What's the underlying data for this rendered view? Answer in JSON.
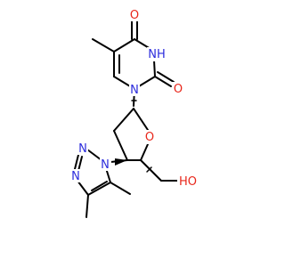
{
  "colors": {
    "oxygen": "#e8261a",
    "nitrogen": "#2b2bdc",
    "carbon": "#000000",
    "background": "#ffffff"
  },
  "labels": {
    "O_carbonyl_top": "O",
    "NH": "NH",
    "O_carbonyl_right": "O",
    "N1": "N",
    "O_ring": "O",
    "OH": "HO",
    "N_tri_upper": "N",
    "N_tri_mid": "N",
    "N_tri_attach": "N"
  }
}
